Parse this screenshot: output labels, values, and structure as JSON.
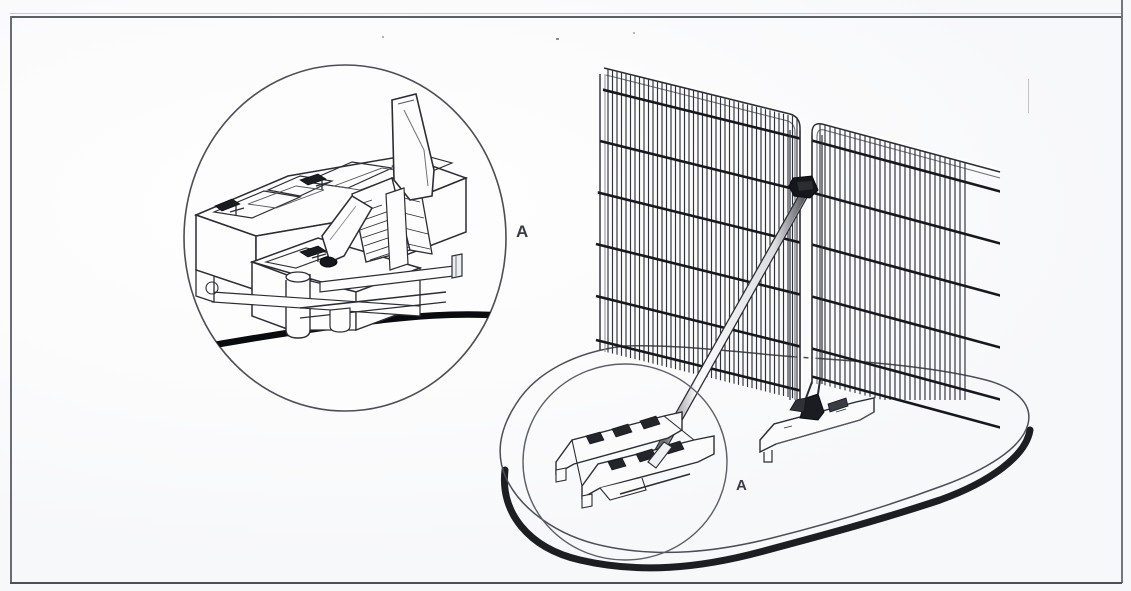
{
  "document": {
    "kind": "assembly-instruction-illustration",
    "subject": "Temporary mesh fence panel with stabiliser brace and plastic/concrete base feet",
    "page_frame": {
      "visible": true,
      "style": "thin rectangular rule border on scanned page"
    }
  },
  "labels": {
    "detail_main": "A",
    "detail_inset": "A"
  },
  "callouts": [
    {
      "id": "detail-circle-main",
      "label": "A",
      "description": "Magnified detail view of the fence foot with the brace strut seated in the base slot",
      "shape": "circle"
    },
    {
      "id": "detail-circle-inset",
      "label": "A",
      "description": "Source region circle on the scene drawing marking the braced foot",
      "shape": "circle"
    }
  ],
  "scene": {
    "panels": [
      {
        "id": "fence-panel-left",
        "mesh": "vertical wire mesh with horizontal rails",
        "horizontal_rails": 6,
        "vertical_wires": 44,
        "corner": "rounded-top-right"
      },
      {
        "id": "fence-panel-right",
        "mesh": "vertical wire mesh with horizontal rails",
        "horizontal_rails": 6,
        "vertical_wires": 30,
        "corner": "rounded-top-left"
      }
    ],
    "coupler": {
      "id": "panel-coupler-clamp",
      "description": "Dark clamp joining the two panel uprights, brace anchors here"
    },
    "brace": {
      "id": "stabiliser-brace-strut",
      "description": "Diagonal tube running from the panel coupler down to the braced base foot"
    },
    "feet": [
      {
        "id": "base-foot-braced",
        "description": "Ballast foot receiving the brace strut, shown inside the inset circle"
      },
      {
        "id": "base-foot-panel",
        "description": "Ballast foot under the panel uprights"
      }
    ],
    "ground": {
      "id": "ground-contour",
      "description": "Irregular closed ground outline with heavy shadow along the lower right edge"
    }
  },
  "detail_view": {
    "id": "detail-a-view",
    "contents": [
      {
        "id": "base-foot-body",
        "description": "Moulded twin-rail base foot with hand slots and post sockets"
      },
      {
        "id": "brace-strut-end",
        "description": "Flattened brace strut end inserted into the foot socket"
      },
      {
        "id": "retaining-pin",
        "description": "Small pin / stud at the foot socket"
      },
      {
        "id": "ground-line-heavy",
        "description": "Heavy black ground line crossing the lower part of the detail circle"
      }
    ]
  },
  "colors": {
    "line": "#2b2d33",
    "line_light": "#6b6e76",
    "heavy": "#0b0c10",
    "paper": "#fdfdfe",
    "border": "#5d5f66",
    "mesh": "#31333a"
  }
}
